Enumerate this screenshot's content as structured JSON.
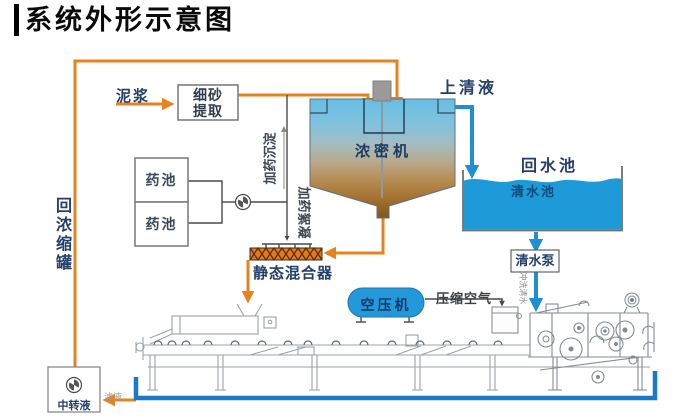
{
  "title": "系统外形示意图",
  "labels": {
    "mud": "泥浆",
    "fine_sand_extract": "细砂提取",
    "chem_pool_1": "药池",
    "chem_pool_2": "药池",
    "dosing_sedimentation": "加药沉淀",
    "dosing_flocculation": "加药絮凝",
    "thickener": "浓密机",
    "supernatant": "上清液",
    "return_water_pool": "回水池",
    "clear_water_pool": "清水池",
    "clear_water_pump": "清水泵",
    "flush_water": "冲洗清水",
    "air_compressor": "空压机",
    "compressed_air": "压缩空气",
    "static_mixer": "静态混合器",
    "return_concentrate_tank": "回浓缩罐",
    "transfer_liquid": "中转液",
    "filtrate": "滤液"
  },
  "colors": {
    "pipe_orange": "#E8821C",
    "pipe_blue": "#1E8FD0",
    "water_blue": "#1E9AD8",
    "mixer_orange": "#E2791A",
    "compressor_blue": "#2499DA",
    "label_navy": "#23406b"
  }
}
